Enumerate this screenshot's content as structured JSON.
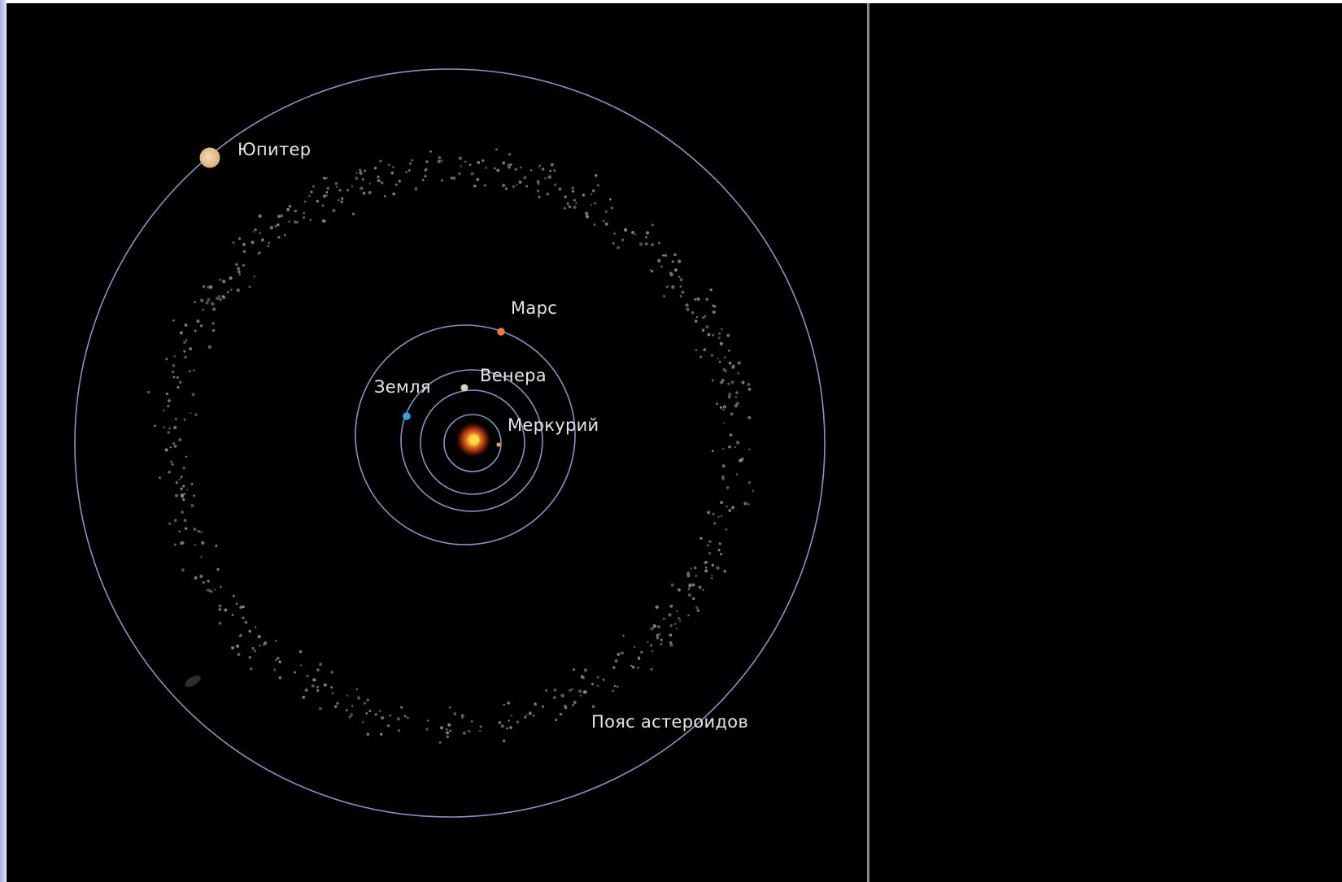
{
  "colors": {
    "background": "#000000",
    "orbit": "#8793c6",
    "asteroid": "#8a8a8a",
    "label": "#e6e6e6",
    "sun_core": "#ffd84a",
    "sun_glow": "#d9541a",
    "mercury": "#e0a25b",
    "venus": "#d9d1b4",
    "earth": "#2aa3e8",
    "mars": "#ef7a3b",
    "jupiter": "#e9c79c"
  },
  "labels": {
    "jupiter": "Юпитер",
    "mars": "Марс",
    "venus": "Венера",
    "earth": "Земля",
    "mercury": "Меркурий",
    "asteroid_belt": "Пояс астероидов"
  },
  "icons": {
    "sun": "sun-icon",
    "mercury": "mercury-icon",
    "venus": "venus-icon",
    "earth": "earth-icon",
    "mars": "mars-icon",
    "jupiter": "jupiter-icon"
  }
}
